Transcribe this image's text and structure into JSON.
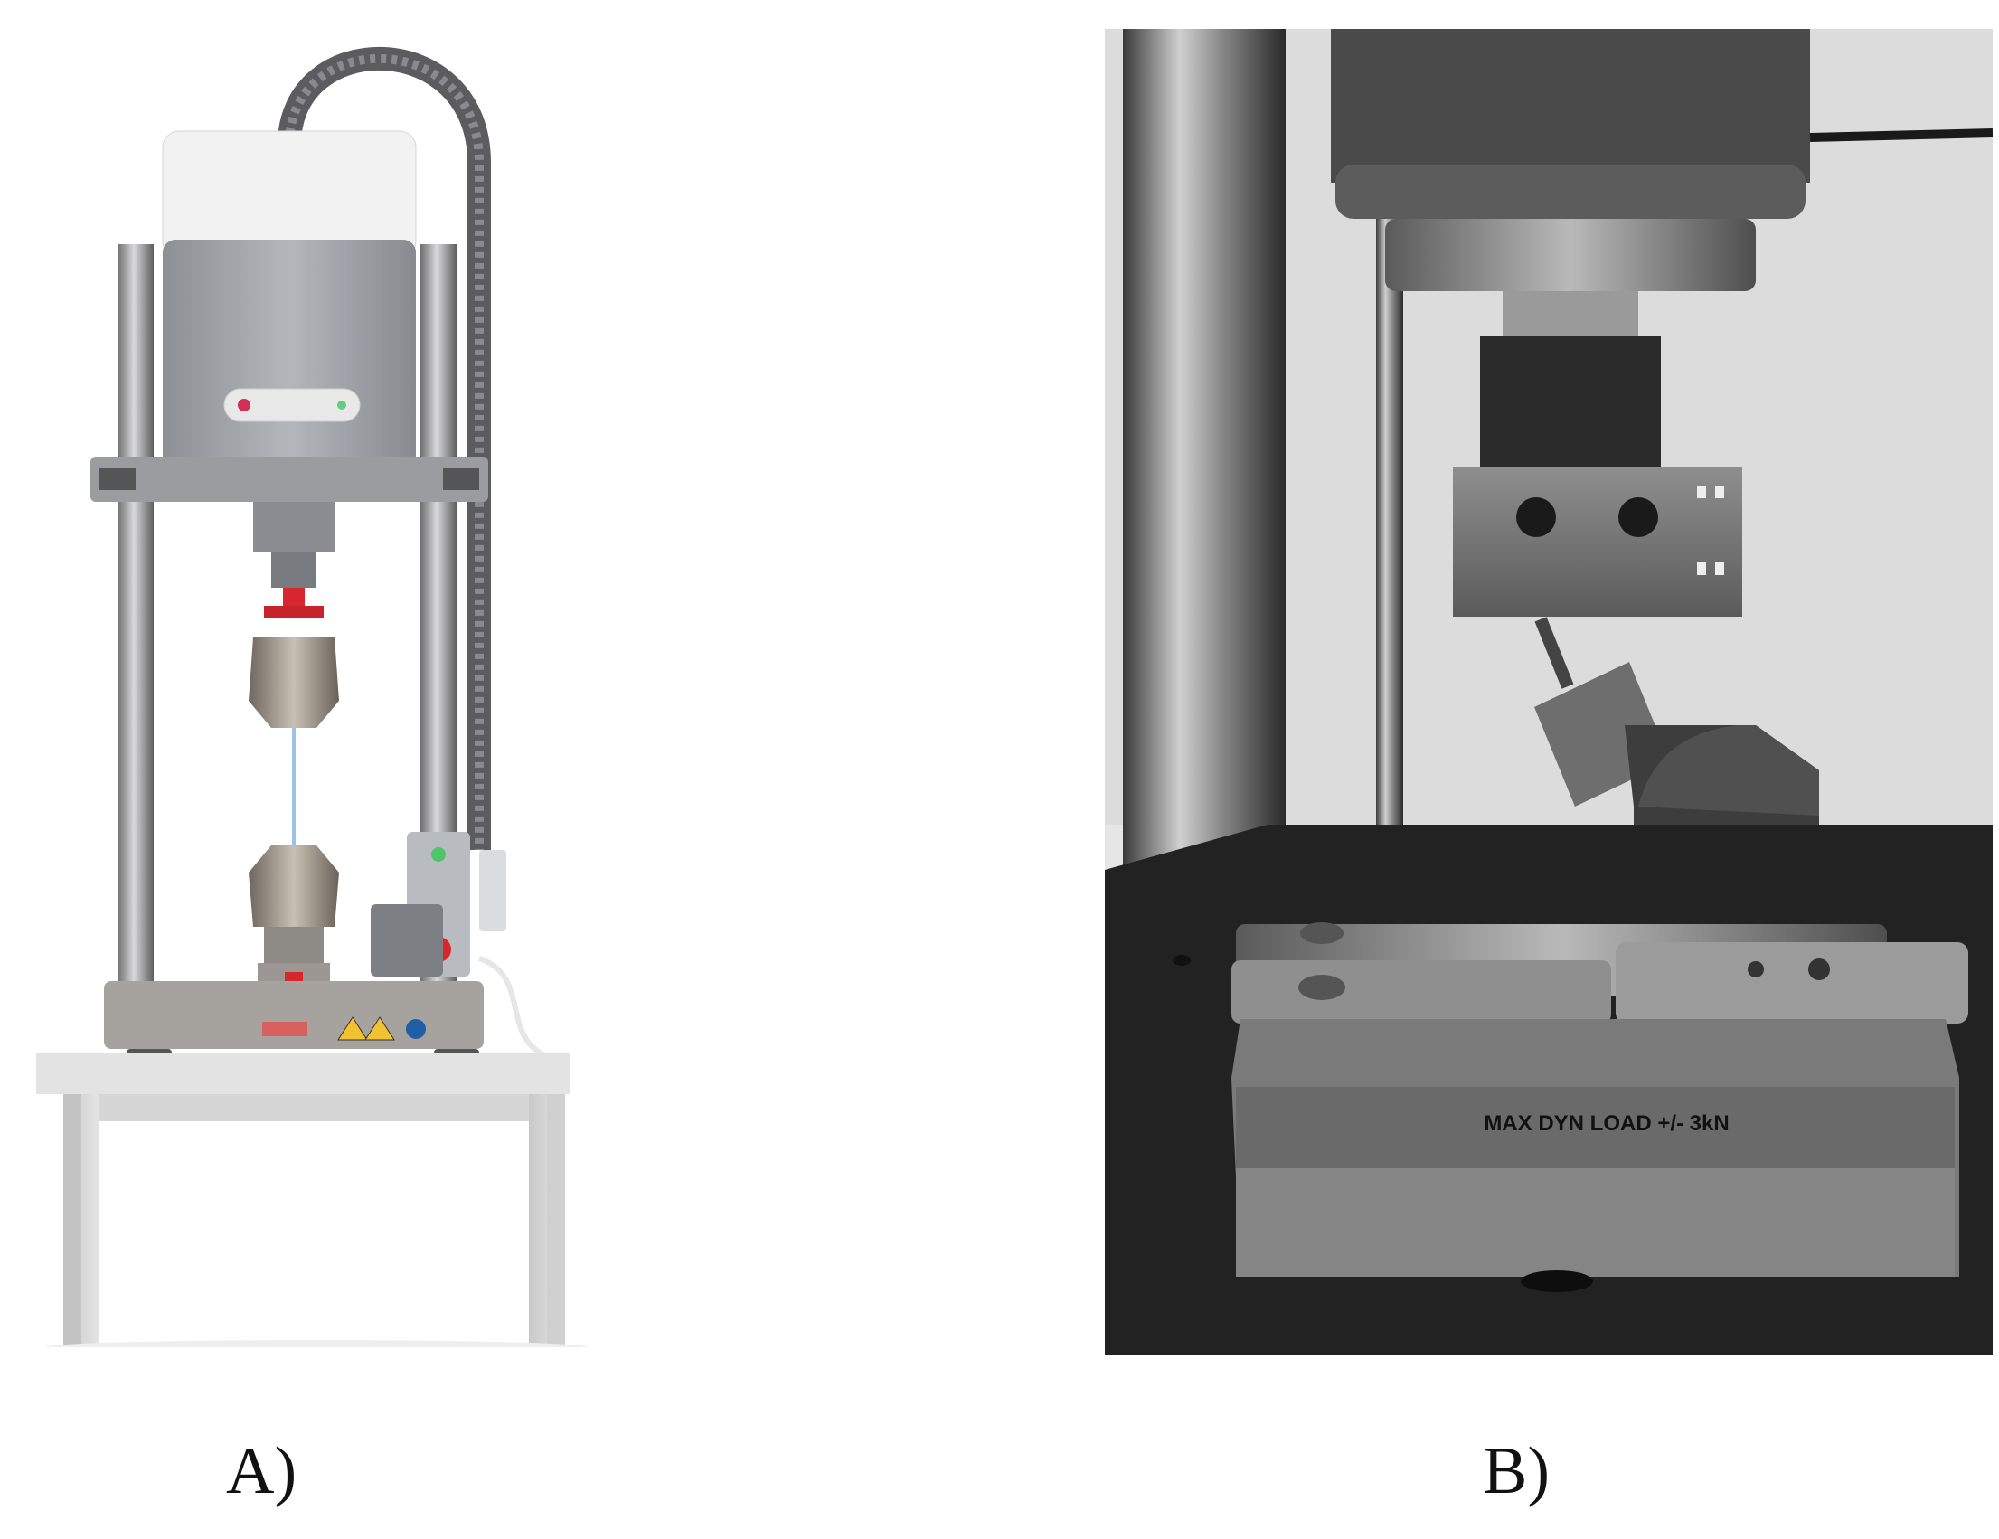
{
  "figure": {
    "panel_a": {
      "caption": "A)"
    },
    "panel_b": {
      "caption": "B)",
      "engraving": "MAX DYN LOAD +/- 3kN"
    }
  }
}
